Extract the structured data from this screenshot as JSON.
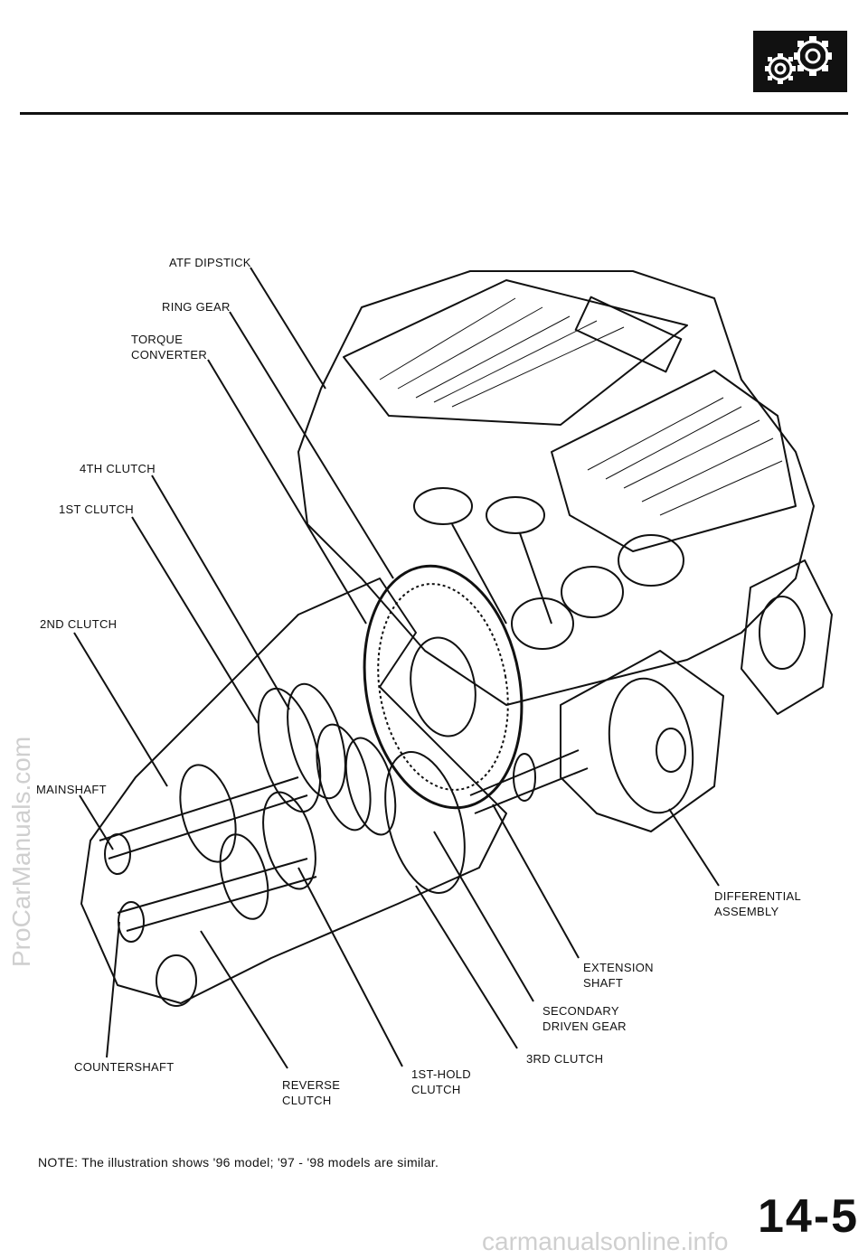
{
  "header": {
    "icon": "gears-icon"
  },
  "labels": {
    "atf_dipstick": [
      "ATF DIPSTICK"
    ],
    "ring_gear": [
      "RING GEAR"
    ],
    "torque_converter": [
      "TORQUE",
      "CONVERTER"
    ],
    "clutch_4th": [
      "4TH  CLUTCH"
    ],
    "clutch_1st": [
      "1ST  CLUTCH"
    ],
    "clutch_2nd": [
      "2ND  CLUTCH"
    ],
    "mainshaft": [
      "MAINSHAFT"
    ],
    "differential_assembly": [
      "DIFFERENTIAL",
      "ASSEMBLY"
    ],
    "extension_shaft": [
      "EXTENSION",
      "SHAFT"
    ],
    "secondary_driven_gear": [
      "SECONDARY",
      "DRIVEN GEAR"
    ],
    "clutch_3rd": [
      "3RD CLUTCH"
    ],
    "countershaft": [
      "COUNTERSHAFT"
    ],
    "reverse_clutch": [
      "REVERSE",
      "CLUTCH"
    ],
    "clutch_1st_hold": [
      "1ST-HOLD",
      "CLUTCH"
    ]
  },
  "note": "NOTE:  The illustration shows '96 model; '97 - '98 models are similar.",
  "page_number": "14-5",
  "watermarks": {
    "side": "ProCarManuals.com",
    "bottom": "carmanualsonline.info"
  }
}
